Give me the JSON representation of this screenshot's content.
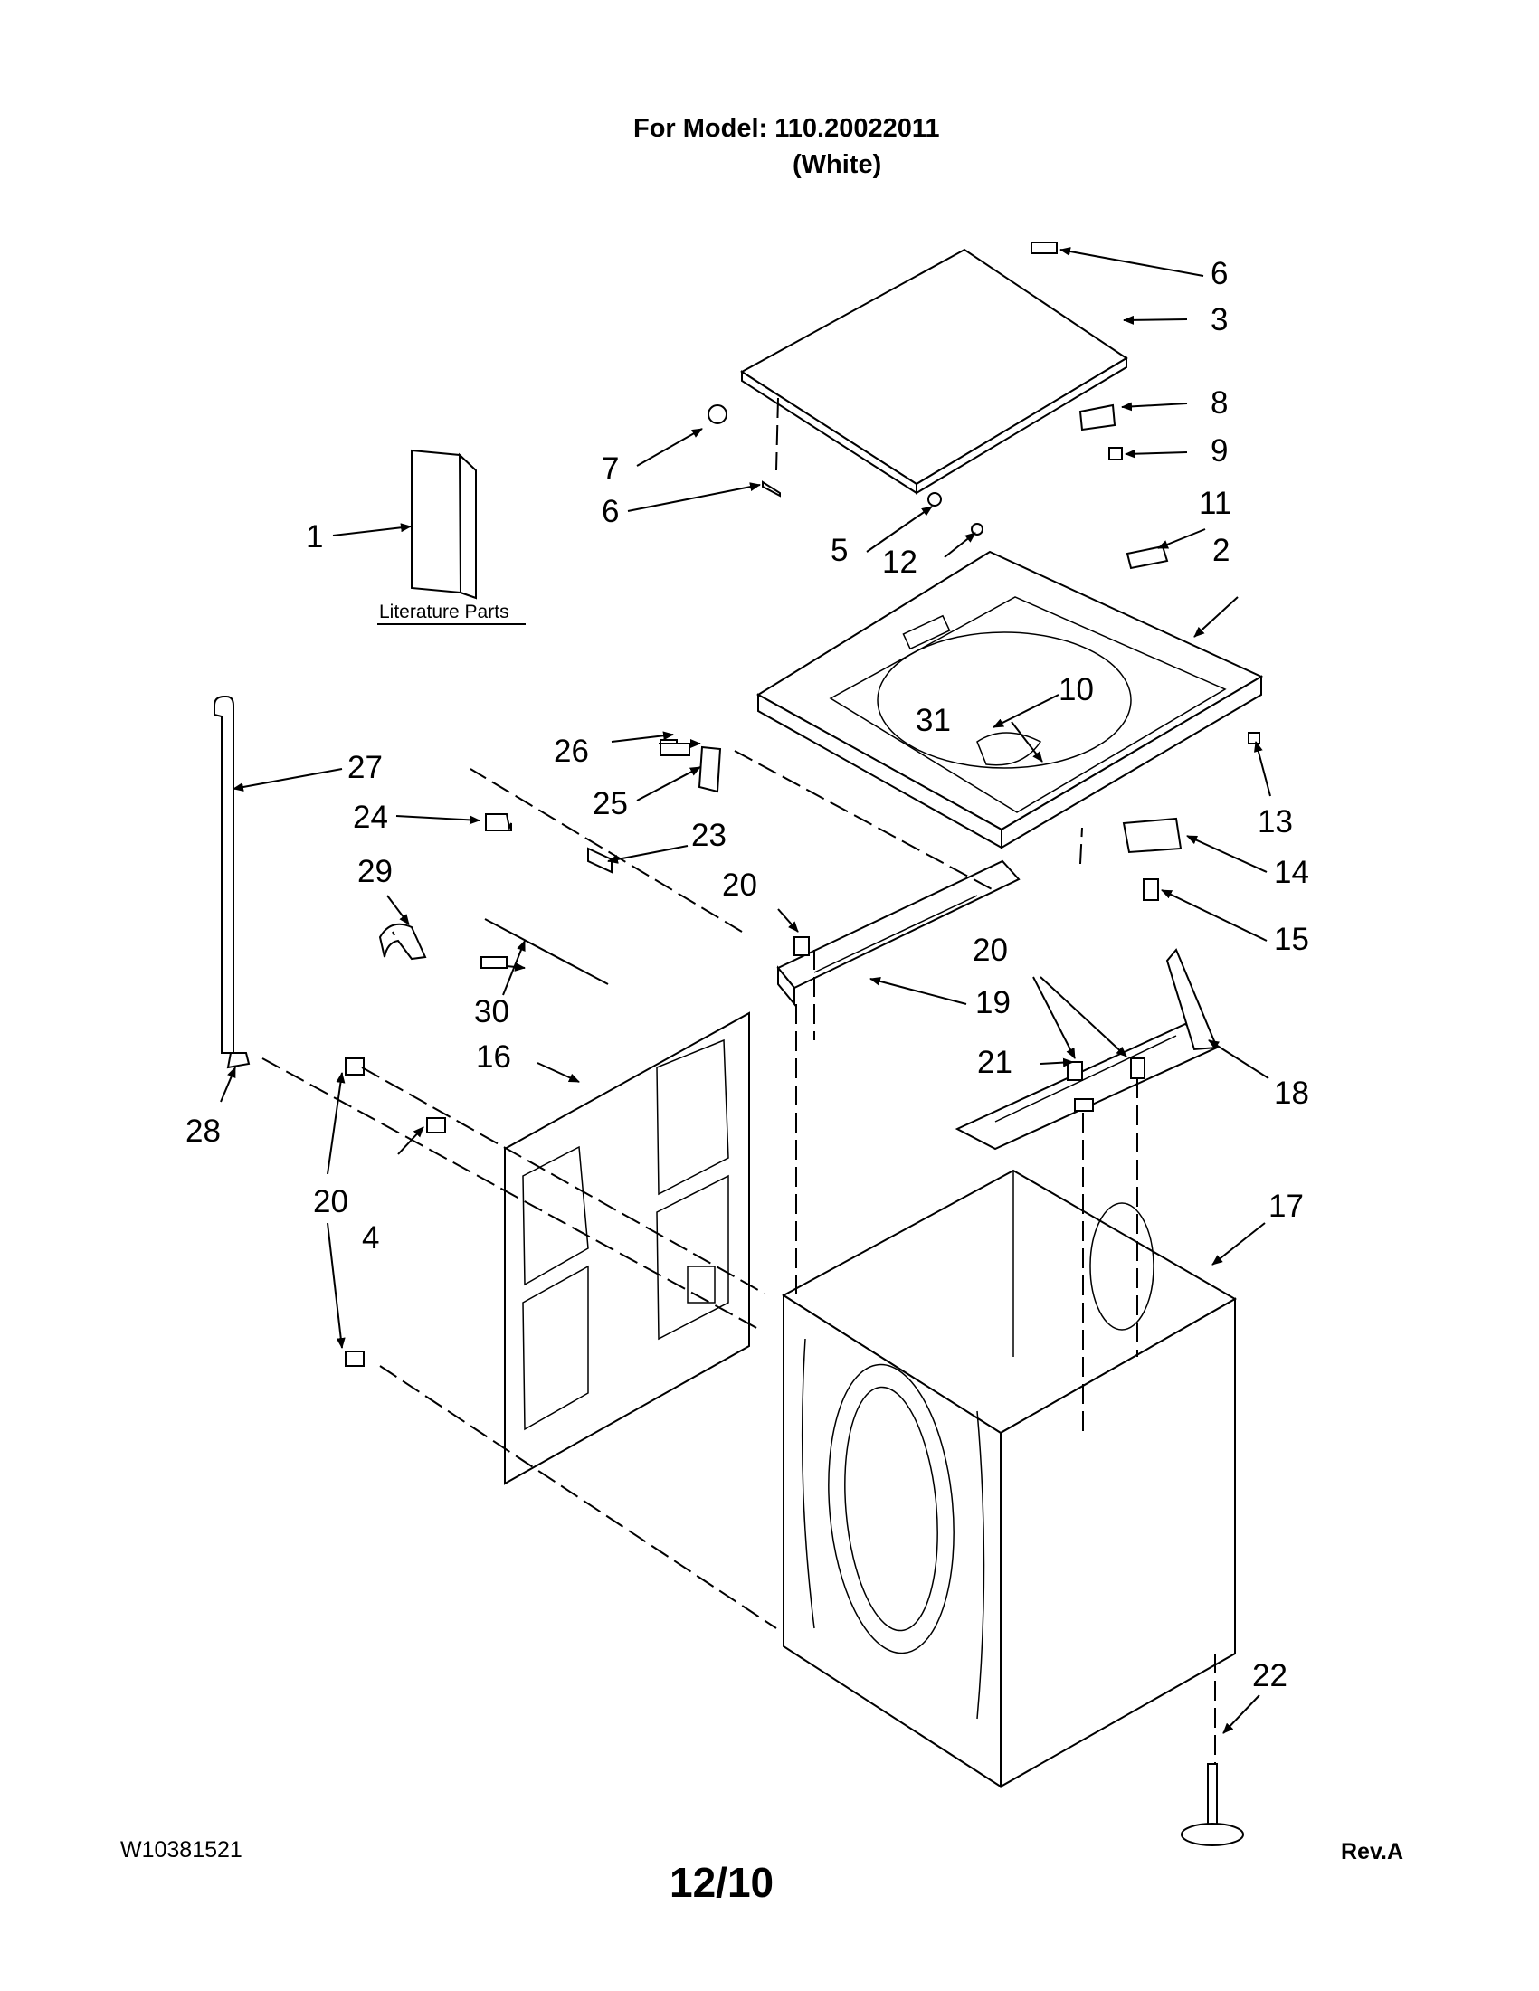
{
  "header": {
    "model_line": "For Model: 110.20022011",
    "color_line": "(White)"
  },
  "footer": {
    "doc_number": "W10381521",
    "date": "12/10",
    "revision": "Rev.A"
  },
  "literature_caption": "Literature Parts",
  "callouts": [
    "1",
    "2",
    "3",
    "4",
    "5",
    "6",
    "6",
    "7",
    "8",
    "9",
    "10",
    "11",
    "12",
    "13",
    "14",
    "15",
    "16",
    "17",
    "18",
    "19",
    "20",
    "20",
    "20",
    "21",
    "22",
    "23",
    "24",
    "25",
    "26",
    "27",
    "28",
    "29",
    "30",
    "31"
  ]
}
